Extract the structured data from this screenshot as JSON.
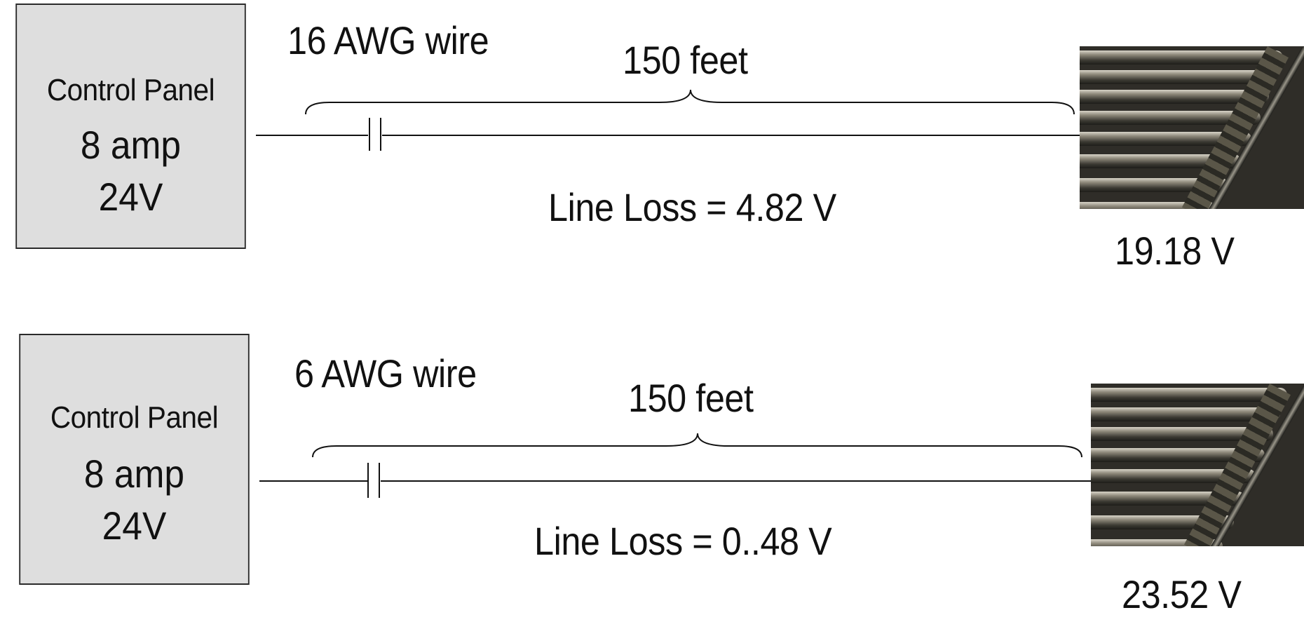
{
  "circuits": [
    {
      "panel": {
        "title": "Control Panel",
        "current": "8 amp",
        "voltage": "24V"
      },
      "wire_gauge": "16 AWG wire",
      "length": "150 feet",
      "line_loss": "Line Loss = 4.82 V",
      "load_voltage": "19.18 V",
      "load_image": "roller-conveyor-photo"
    },
    {
      "panel": {
        "title": "Control Panel",
        "current": "8 amp",
        "voltage": "24V"
      },
      "wire_gauge": "6 AWG wire",
      "length": "150 feet",
      "line_loss": "Line Loss = 0..48 V",
      "load_voltage": "23.52 V",
      "load_image": "roller-conveyor-photo"
    }
  ],
  "colors": {
    "panel_fill": "#dedede",
    "line": "#111111"
  }
}
